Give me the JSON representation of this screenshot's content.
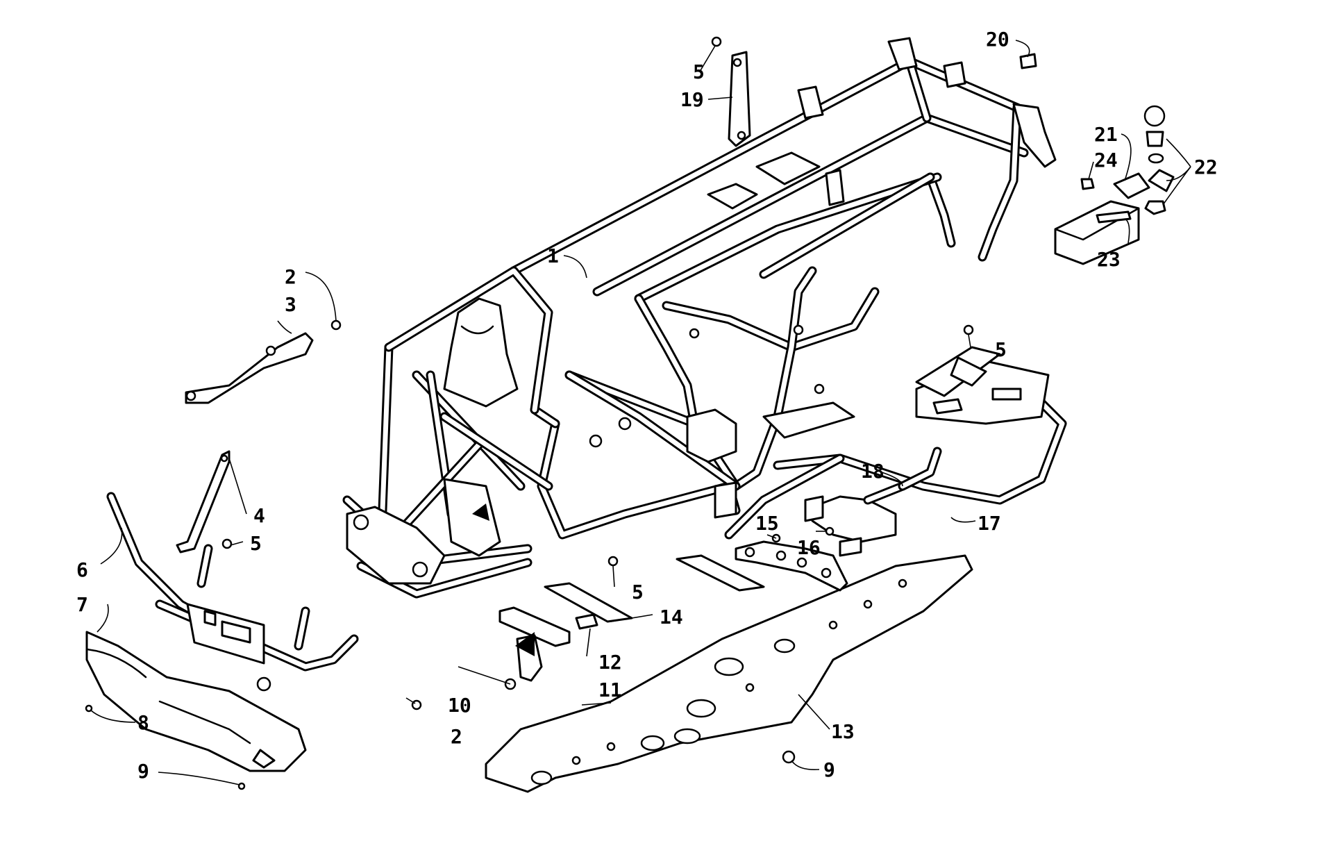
{
  "diagram": {
    "callouts": [
      {
        "id": "c1",
        "label": "1"
      },
      {
        "id": "c2a",
        "label": "2"
      },
      {
        "id": "c2b",
        "label": "2"
      },
      {
        "id": "c3",
        "label": "3"
      },
      {
        "id": "c4",
        "label": "4"
      },
      {
        "id": "c5a",
        "label": "5"
      },
      {
        "id": "c5b",
        "label": "5"
      },
      {
        "id": "c5c",
        "label": "5"
      },
      {
        "id": "c5d",
        "label": "5"
      },
      {
        "id": "c6",
        "label": "6"
      },
      {
        "id": "c7",
        "label": "7"
      },
      {
        "id": "c8",
        "label": "8"
      },
      {
        "id": "c9a",
        "label": "9"
      },
      {
        "id": "c9b",
        "label": "9"
      },
      {
        "id": "c10",
        "label": "10"
      },
      {
        "id": "c11",
        "label": "11"
      },
      {
        "id": "c12",
        "label": "12"
      },
      {
        "id": "c13",
        "label": "13"
      },
      {
        "id": "c14",
        "label": "14"
      },
      {
        "id": "c15",
        "label": "15"
      },
      {
        "id": "c16",
        "label": "16"
      },
      {
        "id": "c17",
        "label": "17"
      },
      {
        "id": "c18",
        "label": "18"
      },
      {
        "id": "c19",
        "label": "19"
      },
      {
        "id": "c20",
        "label": "20"
      },
      {
        "id": "c21",
        "label": "21"
      },
      {
        "id": "c22",
        "label": "22"
      },
      {
        "id": "c23",
        "label": "23"
      },
      {
        "id": "c24",
        "label": "24"
      }
    ]
  }
}
